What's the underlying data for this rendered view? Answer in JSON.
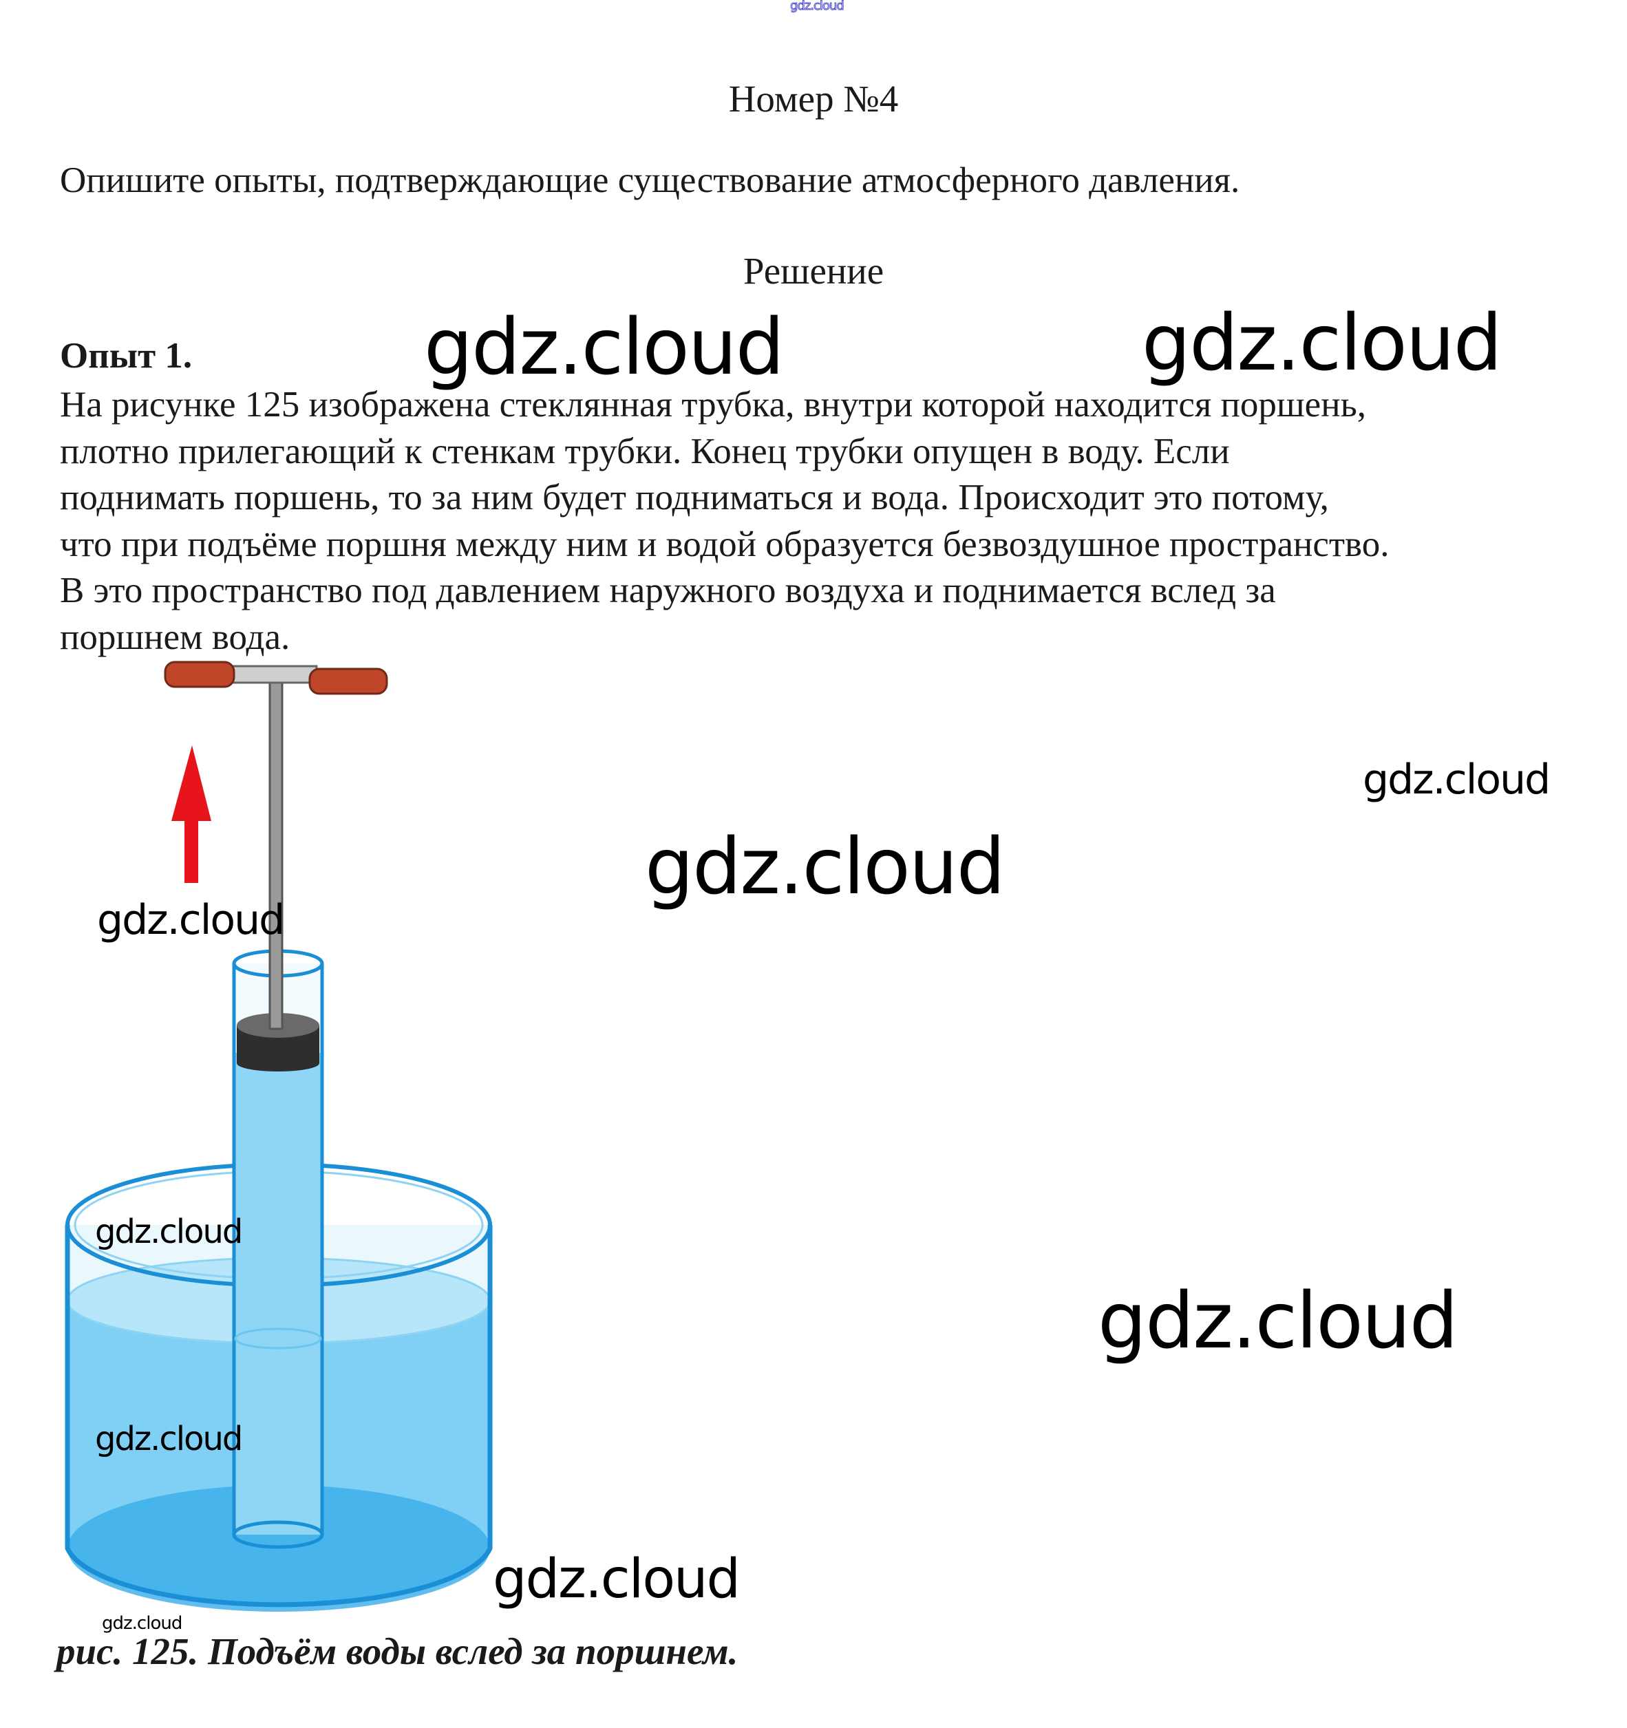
{
  "header_watermark": "gdz.cloud",
  "title": "Номер №4",
  "question": "Опишите опыты, подтверждающие существование атмосферного давления.",
  "solution_heading": "Решение",
  "experiment_heading": "Опыт 1.",
  "paragraph_lines": [
    "На рисунке 125 изображена стеклянная трубка, внутри которой находится поршень,",
    "плотно прилегающий к стенкам трубки. Конец трубки опущен в воду. Если",
    "поднимать поршень, то за ним будет подниматься и вода. Происходит это потому,",
    "что при подъёме поршня между ним и водой образуется безвоздушное пространство.",
    "В это пространство под давлением наружного воздуха и поднимается вслед за",
    "поршнем вода."
  ],
  "caption": "рис. 125. Подъём воды вслед за поршнем.",
  "watermarks": [
    "gdz.cloud",
    "gdz.cloud",
    "gdz.cloud",
    "gdz.cloud",
    "gdz.cloud",
    "gdz.cloud",
    "gdz.cloud",
    "gdz.cloud",
    "gdz.cloud",
    "gdz.cloud"
  ],
  "colors": {
    "water": "#5cc3f0",
    "water_light": "#a8e0f8",
    "glass": "#1a8fd6",
    "handle": "#c0462a",
    "arrow": "#e8141b",
    "piston": "#3a3a3a"
  }
}
